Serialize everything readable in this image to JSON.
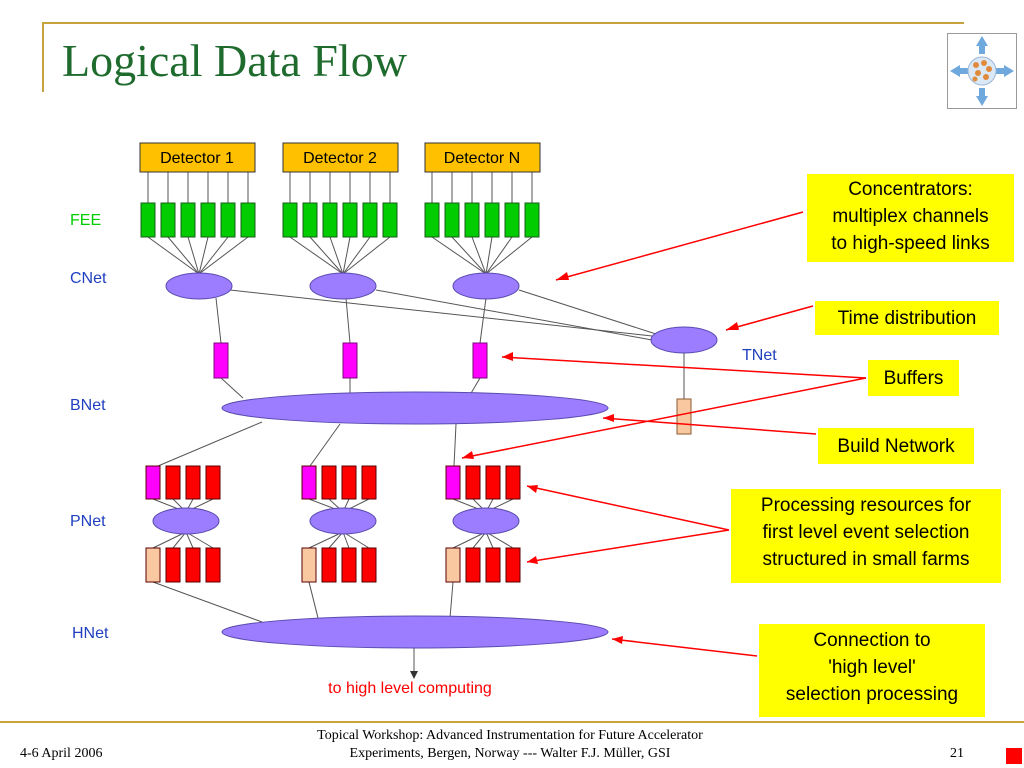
{
  "slide": {
    "title": "Logical Data Flow",
    "logo": "dataflow-network-logo",
    "accent_color": "#c8a23c",
    "title_color": "#1f6b2e"
  },
  "layers": {
    "fee": "FEE",
    "cnet": "CNet",
    "tnet": "TNet",
    "bnet": "BNet",
    "pnet": "PNet",
    "hnet": "HNet"
  },
  "detectors": [
    "Detector 1",
    "Detector 2",
    "Detector N"
  ],
  "output_label": "to high level computing",
  "callouts": {
    "concentrators": [
      "Concentrators:",
      "multiplex channels",
      "to high-speed links"
    ],
    "time_distribution": "Time distribution",
    "buffers": "Buffers",
    "build_network": "Build Network",
    "processing": [
      "Processing resources for",
      "first level event selection",
      "structured in small farms"
    ],
    "connection": [
      "Connection to",
      "'high level'",
      "selection processing"
    ]
  },
  "colors": {
    "detector_fill": "#ffc000",
    "fee_fill": "#00cc00",
    "node_fill": "#9c7cff",
    "buffer_fill": "#ff00ff",
    "processor_fill": "#ff0000",
    "peach_fill": "#f9c8a0",
    "callout_fill": "#ffff00",
    "arrow": "#ff0000",
    "layer_label": "#1f3fbf",
    "fee_label": "#00cc00"
  },
  "footer": {
    "date": "4-6 April 2006",
    "line1": "Topical Workshop: Advanced Instrumentation for Future Accelerator",
    "line2": "Experiments, Bergen, Norway --- Walter F.J. Müller, GSI",
    "page": "21"
  }
}
